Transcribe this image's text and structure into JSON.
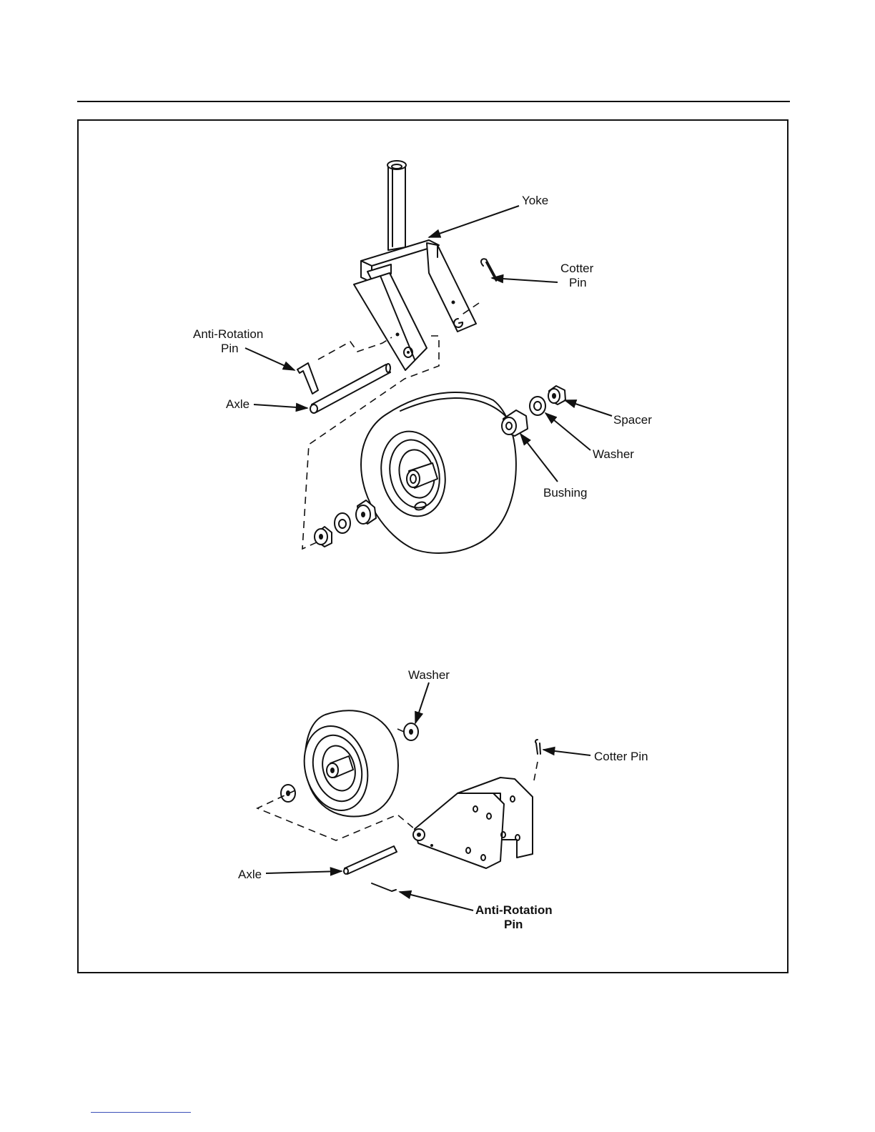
{
  "figure_top": {
    "labels": {
      "yoke": "Yoke",
      "cotter_pin_line1": "Cotter",
      "cotter_pin_line2": "Pin",
      "anti_rotation_line1": "Anti-Rotation",
      "anti_rotation_line2": "Pin",
      "axle": "Axle",
      "spacer": "Spacer",
      "washer": "Washer",
      "bushing": "Bushing"
    }
  },
  "figure_bottom": {
    "labels": {
      "washer": "Washer",
      "cotter_pin": "Cotter Pin",
      "axle": "Axle",
      "anti_rotation_line1": "Anti-Rotation",
      "anti_rotation_line2": "Pin"
    }
  },
  "colors": {
    "ink": "#111111",
    "paper": "#ffffff",
    "link_rule": "#3a4fb8"
  }
}
